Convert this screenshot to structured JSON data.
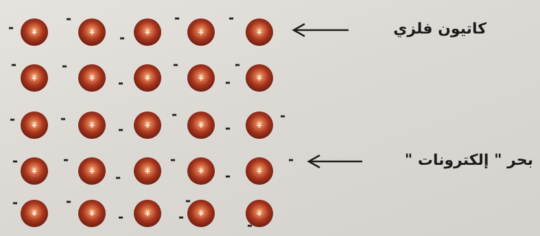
{
  "labels": {
    "metal_cation": "كاتيون فلزي",
    "electron_sea": "بحر \" إلكترونات \""
  },
  "symbols": {
    "electron": "-",
    "cation": "+"
  },
  "lattice": {
    "rows": 5,
    "columns": 5
  },
  "colors": {
    "cation_fill": "#a8361e",
    "cation_core": "#f2c9a8",
    "electron": "#222222",
    "arrow": "#1c1c1c"
  }
}
